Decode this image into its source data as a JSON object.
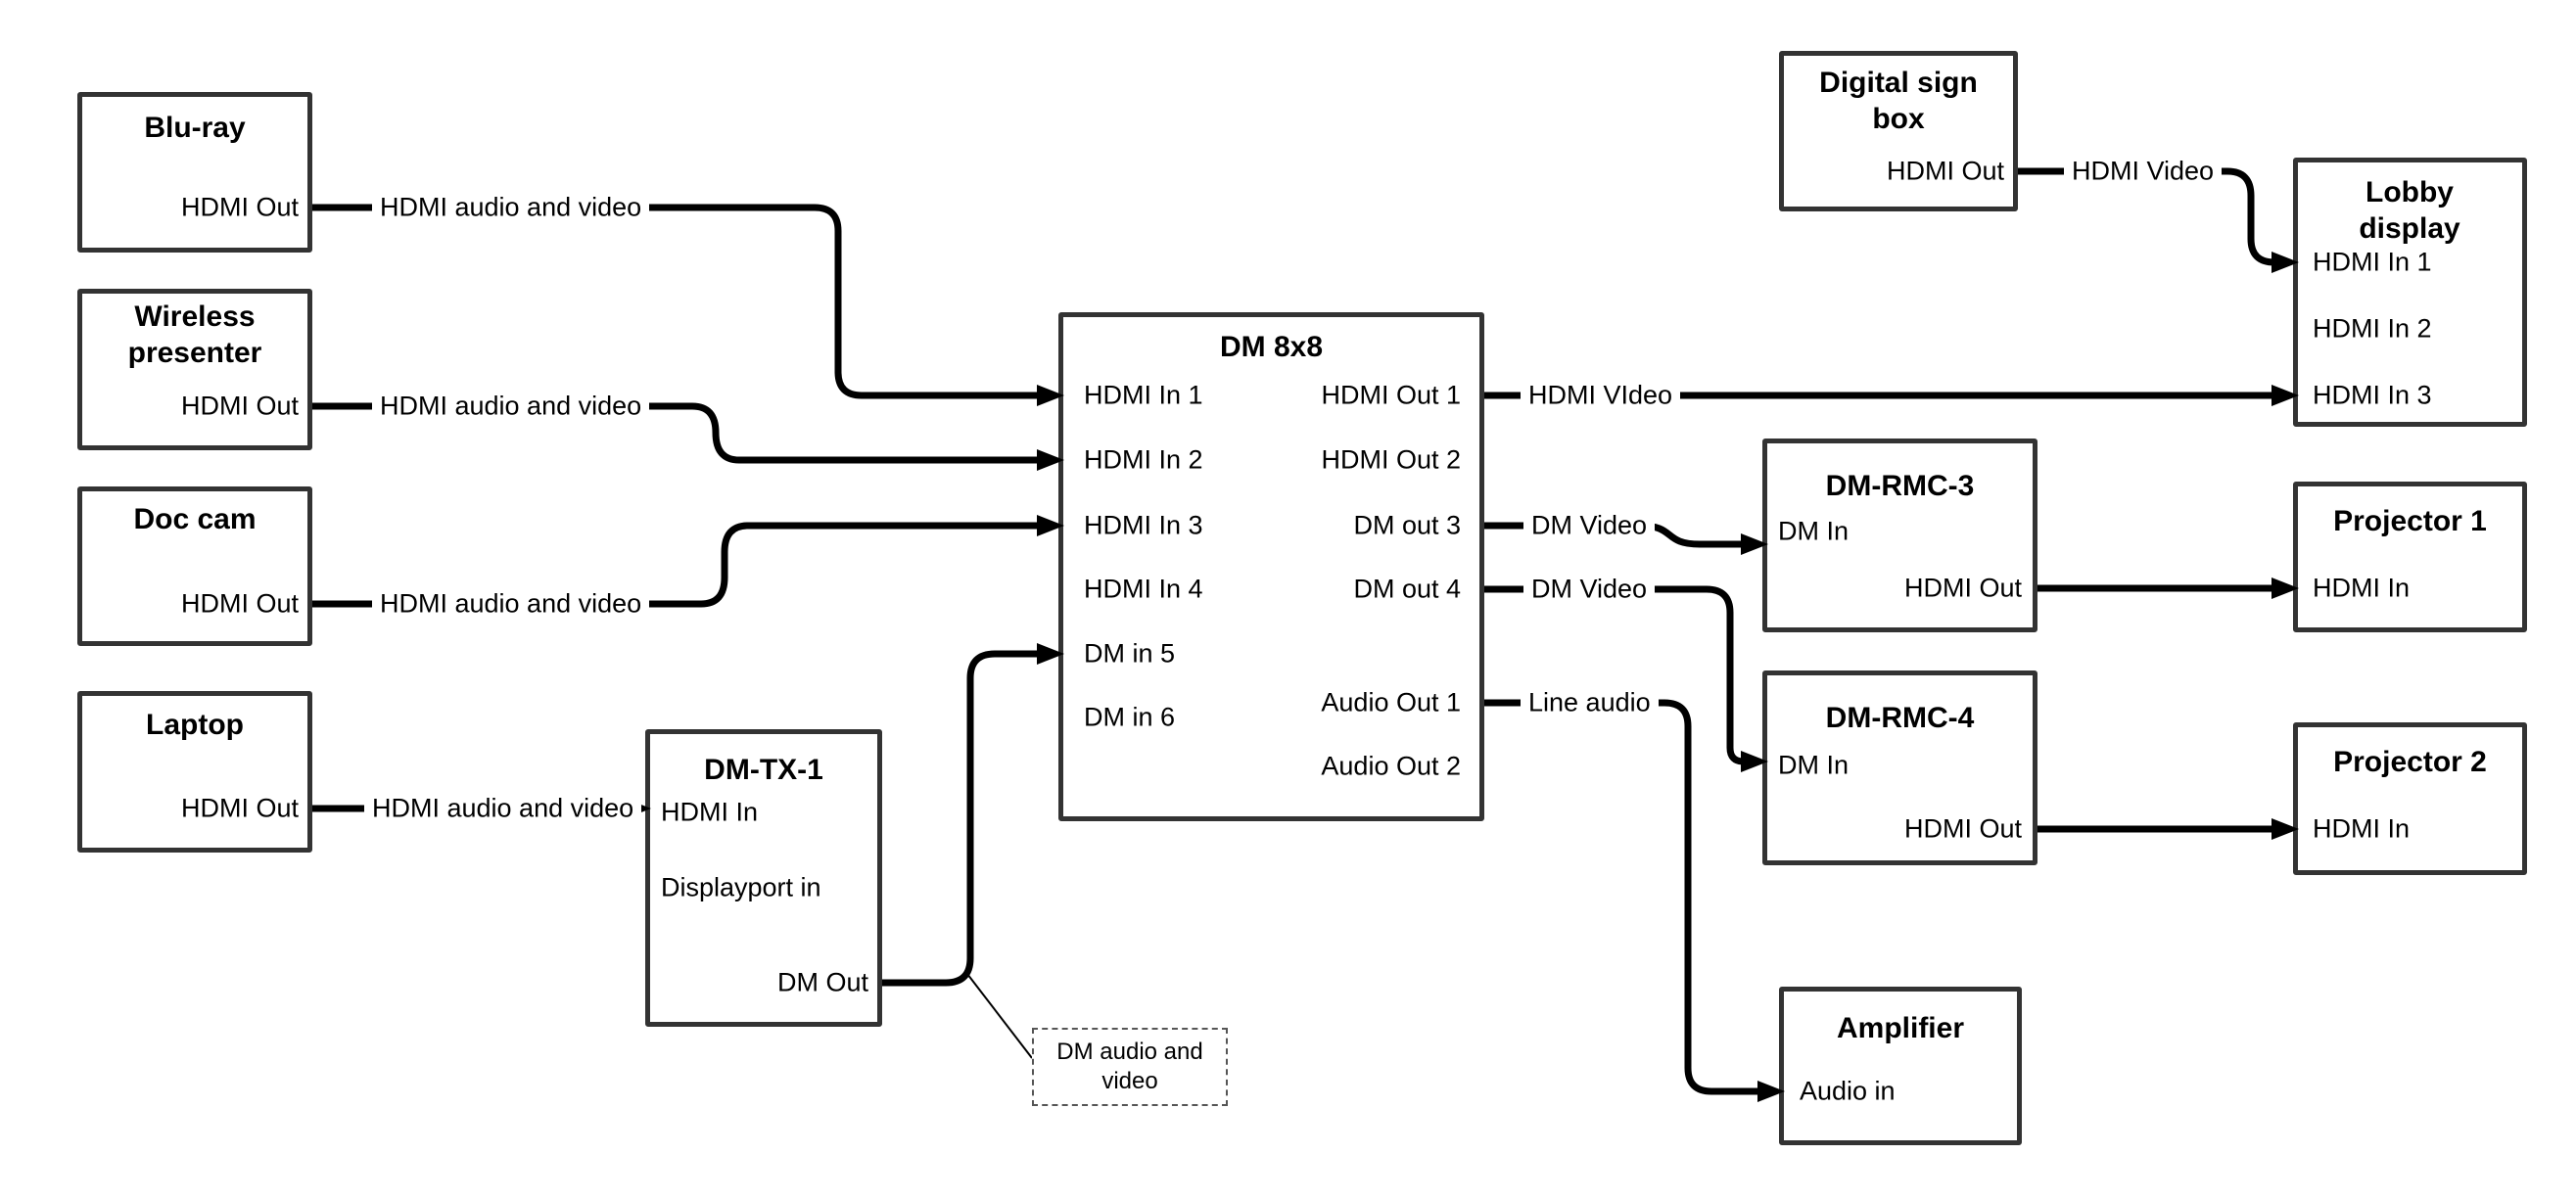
{
  "diagram": {
    "colors": {
      "line": "#000000",
      "box_border": "#333333",
      "background": "#ffffff"
    },
    "nodes": {
      "bluray": {
        "title": "Blu-ray",
        "ports": {
          "out": "HDMI Out"
        }
      },
      "wireless": {
        "title": "Wireless presenter",
        "ports": {
          "out": "HDMI Out"
        }
      },
      "doccam": {
        "title": "Doc cam",
        "ports": {
          "out": "HDMI Out"
        }
      },
      "laptop": {
        "title": "Laptop",
        "ports": {
          "out": "HDMI Out"
        }
      },
      "dmtx1": {
        "title": "DM-TX-1",
        "ports": {
          "hdmi_in": "HDMI In",
          "dp_in": "Displayport in",
          "dm_out": "DM Out"
        }
      },
      "dm8x8": {
        "title": "DM 8x8",
        "ports": {
          "in1": "HDMI In 1",
          "in2": "HDMI In 2",
          "in3": "HDMI In 3",
          "in4": "HDMI In 4",
          "in5": "DM in 5",
          "in6": "DM in 6",
          "out1": "HDMI Out 1",
          "out2": "HDMI Out 2",
          "out3": "DM out 3",
          "out4": "DM out 4",
          "aout1": "Audio Out 1",
          "aout2": "Audio Out 2"
        }
      },
      "digsign": {
        "title": "Digital sign box",
        "ports": {
          "out": "HDMI Out"
        }
      },
      "lobby": {
        "title": "Lobby display",
        "ports": {
          "in1": "HDMI In 1",
          "in2": "HDMI In 2",
          "in3": "HDMI In 3"
        }
      },
      "rmc3": {
        "title": "DM-RMC-3",
        "ports": {
          "in": "DM In",
          "out": "HDMI Out"
        }
      },
      "proj1": {
        "title": "Projector 1",
        "ports": {
          "in": "HDMI In"
        }
      },
      "rmc4": {
        "title": "DM-RMC-4",
        "ports": {
          "in": "DM In",
          "out": "HDMI Out"
        }
      },
      "proj2": {
        "title": "Projector 2",
        "ports": {
          "in": "HDMI In"
        }
      },
      "amp": {
        "title": "Amplifier",
        "ports": {
          "in": "Audio in"
        }
      }
    },
    "wire_labels": {
      "bluray_to_dm8x8": "HDMI audio and video",
      "wireless_to_dm8x8": "HDMI audio and video",
      "doccam_to_dm8x8": "HDMI audio and video",
      "laptop_to_dmtx1": "HDMI audio and video",
      "digsign_to_lobby": "HDMI Video",
      "dm8x8_to_lobby": "HDMI VIdeo",
      "dm8x8_to_rmc3": "DM Video",
      "dm8x8_to_rmc4": "DM Video",
      "dm8x8_to_amp": "Line audio"
    },
    "callout": {
      "text": "DM audio and video"
    }
  }
}
